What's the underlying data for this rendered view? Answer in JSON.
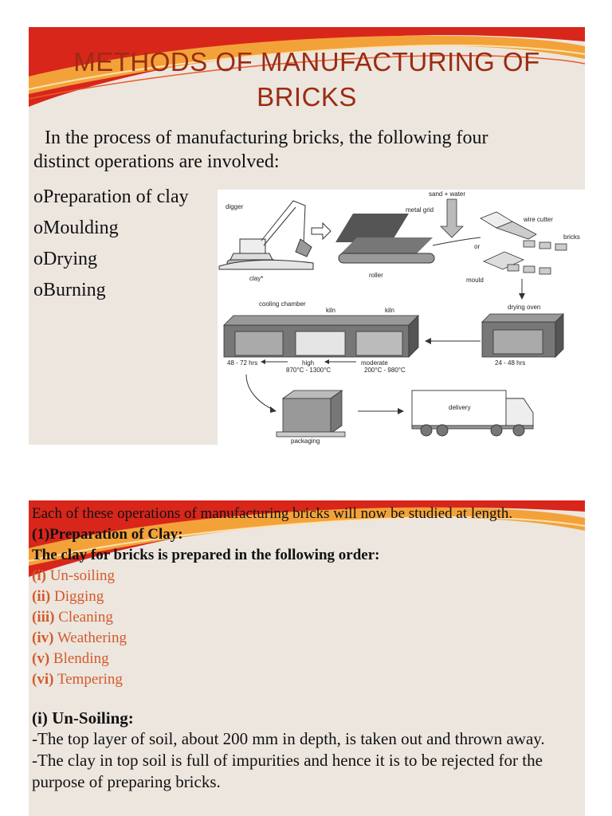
{
  "slide1": {
    "title": "METHODS OF MANUFACTURING OF BRICKS",
    "intro_line1": "In the process of manufacturing bricks, the following four",
    "intro_line2": "distinct operations are involved:",
    "operations": [
      "oPreparation of clay",
      "oMoulding",
      "oDrying",
      "oBurning"
    ],
    "diagram": {
      "labels": {
        "digger": "digger",
        "clay": "clay*",
        "metal_grid": "metal grid",
        "roller": "roller",
        "sand_water": "sand + water",
        "or": "or",
        "wire_cutter": "wire cutter",
        "bricks": "bricks",
        "mould": "mould",
        "drying_oven": "drying oven",
        "cooling_chamber": "cooling chamber",
        "kiln1": "kiln",
        "kiln2": "kiln",
        "t_48_72": "48 - 72 hrs",
        "high": "high",
        "high_temp": "870°C - 1300°C",
        "moderate": "moderate",
        "moderate_temp": "200°C - 980°C",
        "t_24_48": "24 - 48 hrs",
        "packaging": "packaging",
        "delivery": "delivery"
      }
    }
  },
  "slide2": {
    "intro": "Each of these operations of manufacturing bricks will now be studied at length.",
    "heading": "(1)Preparation of Clay:",
    "subheading": "The clay for bricks is prepared in the following order:",
    "steps": [
      {
        "num": "(i)",
        "label": " Un-soiling"
      },
      {
        "num": "(ii)",
        "label": " Digging"
      },
      {
        "num": "(iii)",
        "label": " Cleaning"
      },
      {
        "num": "(iv)",
        "label": " Weathering"
      },
      {
        "num": "(v)",
        "label": " Blending"
      },
      {
        "num": "(vi)",
        "label": " Tempering"
      }
    ],
    "unsoiling_heading": "(i) Un-Soiling:",
    "para1": "-The top layer of soil, about 200 mm in depth, is taken out and thrown away.",
    "para2": "-The clay in top soil is full of impurities and hence it is to be rejected for the purpose of preparing bricks."
  },
  "colors": {
    "title": "#9b2c12",
    "step_text": "#d45a2a",
    "slide_bg": "#ece6df",
    "swoosh_red": "#d8261b",
    "swoosh_orange": "#f3a23a"
  }
}
